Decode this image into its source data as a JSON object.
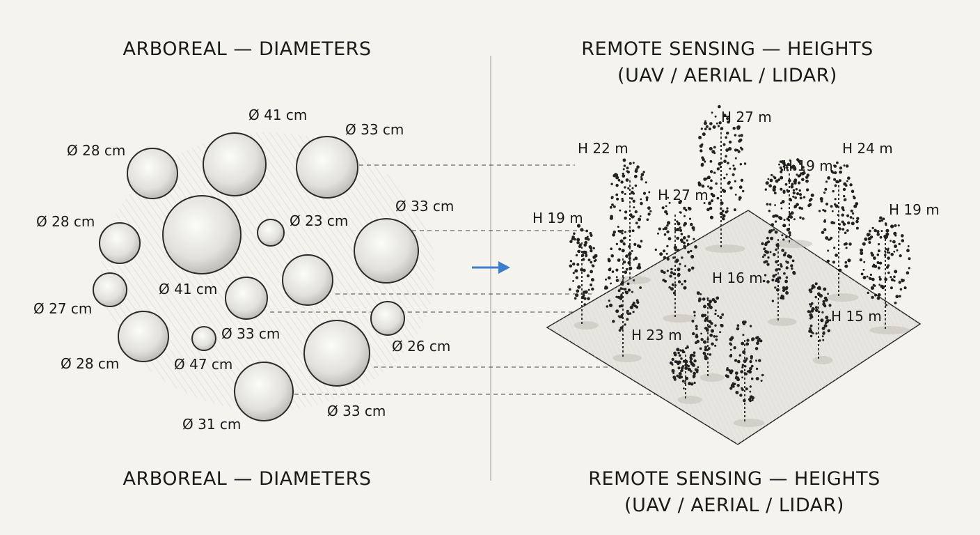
{
  "titles": {
    "left_top": "ARBOREAL — DIAMETERS",
    "right_top_line1": "REMOTE SENSING — HEIGHTS",
    "right_top_line2": "(UAV / AERIAL / LIDAR)",
    "left_bottom": "ARBOREAL — DIAMETERS",
    "right_bottom_line1": "REMOTE SENSING — HEIGHTS",
    "right_bottom_line2": "(UAV / AERIAL / LIDAR)"
  },
  "diameter_labels": [
    "Ø 41 cm",
    "Ø 33 cm",
    "Ø 28 cm",
    "Ø 28 cm",
    "Ø 33 cm",
    "Ø 23 cm",
    "Ø 41 cm",
    "Ø 27 cm",
    "Ø 33 cm",
    "Ø 26 cm",
    "Ø 28 cm",
    "Ø 47 cm",
    "Ø 31 cm",
    "Ø 33 cm"
  ],
  "height_labels": [
    "H 27 m",
    "H 22 m",
    "H 24 m",
    "H 19 m",
    "H 27 m",
    "H 19 m",
    "H 19 m",
    "H 16 m",
    "H 15 m",
    "H 23 m"
  ],
  "colors": {
    "background": "#f4f3ee",
    "ink": "#1a1a1a",
    "arrow": "#3d7ec9"
  }
}
